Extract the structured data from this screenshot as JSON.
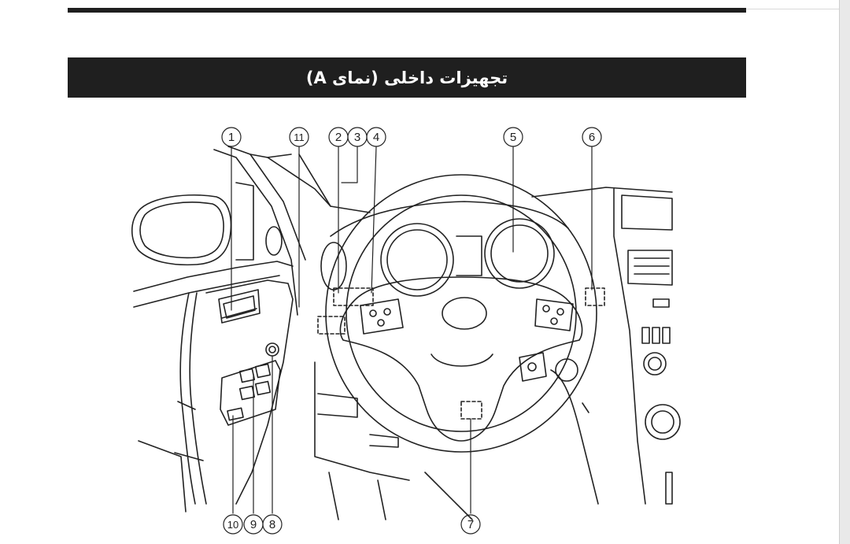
{
  "header": {
    "title": "تجهیزات داخلی (نمای A)"
  },
  "callouts": {
    "c1": "1",
    "c2": "2",
    "c3": "3",
    "c4": "4",
    "c5": "5",
    "c6": "6",
    "c7": "7",
    "c8": "8",
    "c9": "9",
    "c10": "10",
    "c11": "11"
  },
  "colors": {
    "header_bg": "#1f1f1f",
    "header_text": "#ffffff",
    "line_art": "#222222"
  }
}
